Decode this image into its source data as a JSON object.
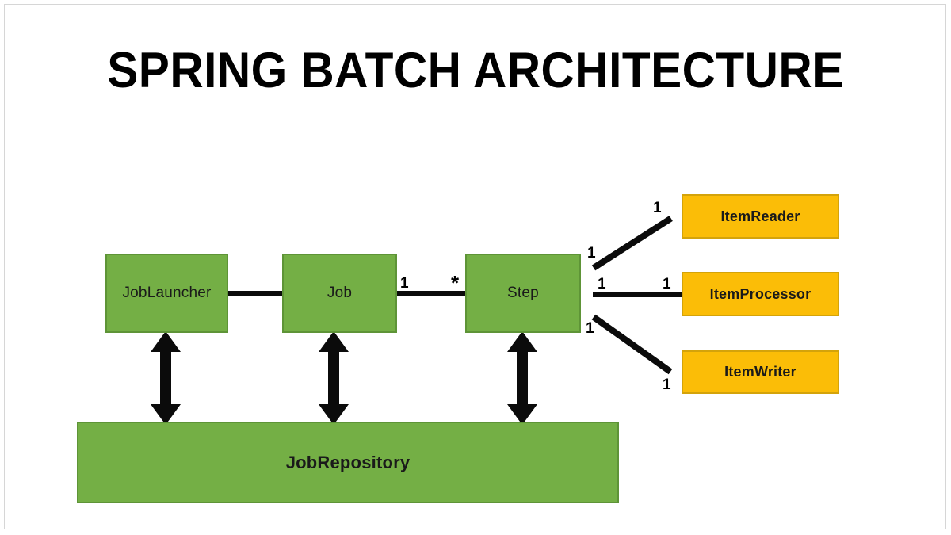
{
  "page": {
    "title": "SPRING BATCH ARCHITECTURE",
    "background_color": "#ffffff",
    "frame_color": "#d6d6d6"
  },
  "colors": {
    "green_fill": "#74AF45",
    "green_border": "#5E9437",
    "orange_fill": "#FBBD07",
    "orange_border": "#D4A30A",
    "line": "#0b0b0b",
    "text": "#000000"
  },
  "nodes": {
    "job_launcher": {
      "label": "JobLauncher",
      "kind": "green"
    },
    "job": {
      "label": "Job",
      "kind": "green"
    },
    "step": {
      "label": "Step",
      "kind": "green"
    },
    "job_repository": {
      "label": "JobRepository",
      "kind": "green"
    },
    "item_reader": {
      "label": "ItemReader",
      "kind": "orange"
    },
    "item_processor": {
      "label": "ItemProcessor",
      "kind": "orange"
    },
    "item_writer": {
      "label": "ItemWriter",
      "kind": "orange"
    }
  },
  "multiplicities": {
    "job_to_step_source": "1",
    "job_to_step_target": "*",
    "step_to_reader_source": "1",
    "step_to_reader_target": "1",
    "step_to_processor_source": "1",
    "step_to_processor_target": "1",
    "step_to_writer_source": "1",
    "step_to_writer_target": "1"
  },
  "connections": [
    {
      "from": "JobLauncher",
      "to": "Job",
      "style": "line"
    },
    {
      "from": "Job",
      "to": "Step",
      "style": "line",
      "from_mult": "1",
      "to_mult": "*"
    },
    {
      "from": "Step",
      "to": "ItemReader",
      "style": "line",
      "from_mult": "1",
      "to_mult": "1"
    },
    {
      "from": "Step",
      "to": "ItemProcessor",
      "style": "line",
      "from_mult": "1",
      "to_mult": "1"
    },
    {
      "from": "Step",
      "to": "ItemWriter",
      "style": "line",
      "from_mult": "1",
      "to_mult": "1"
    },
    {
      "from": "JobLauncher",
      "to": "JobRepository",
      "style": "double-arrow"
    },
    {
      "from": "Job",
      "to": "JobRepository",
      "style": "double-arrow"
    },
    {
      "from": "Step",
      "to": "JobRepository",
      "style": "double-arrow"
    }
  ]
}
